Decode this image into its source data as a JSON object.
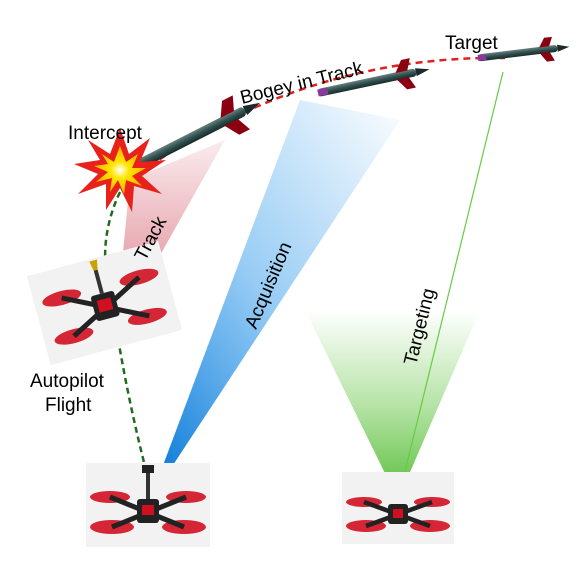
{
  "labels": {
    "target": "Target",
    "bogey": "Bogey in Track",
    "intercept": "Intercept",
    "track": "Track",
    "acquisition": "Acquisition",
    "targeting": "Targeting",
    "autopilot_line1": "Autopilot",
    "autopilot_line2": "Flight"
  },
  "colors": {
    "track_beam": "#c0142b",
    "acquisition_beam": "#1e90e8",
    "targeting_beam": "#5cc23a",
    "flight_path": "#e02020",
    "autopilot_path": "#1f6b1f",
    "targeting_line": "#66cc44",
    "drone_body": "#222222",
    "drone_accent": "#d01020",
    "missile_body": "#2f4f4f",
    "missile_fin": "#8b0010",
    "explosion_outer": "#e8221b",
    "explosion_inner": "#ffd200"
  },
  "icons": {
    "drones": [
      "quadcopter-drone-icon",
      "quadcopter-drone-icon",
      "quadcopter-drone-icon"
    ],
    "missiles": [
      "missile-icon",
      "missile-icon",
      "missile-icon",
      "missile-icon"
    ],
    "explosion": "explosion-icon"
  }
}
